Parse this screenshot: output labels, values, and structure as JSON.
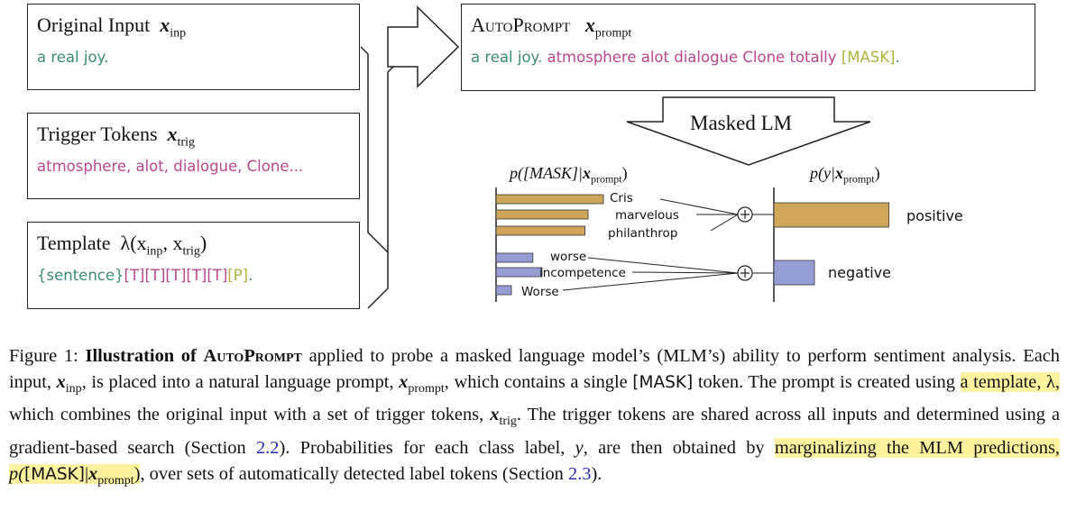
{
  "boxes": {
    "input": {
      "title_text": "Original Input",
      "title_var": "x",
      "title_sub": "inp",
      "value": "a real joy."
    },
    "trigger": {
      "title_text": "Trigger Tokens",
      "title_var": "x",
      "title_sub": "trig",
      "value": "atmosphere, alot, dialogue, Clone..."
    },
    "template": {
      "title_text": "Template",
      "title_formula": "λ(x",
      "title_formula_sub1": "inp",
      "title_formula_mid": ", x",
      "title_formula_sub2": "trig",
      "title_formula_end": ")",
      "sentence": "{sentence}",
      "triggers": "[T][T][T][T][T]",
      "predict": "[P]",
      "end": "."
    },
    "prompt": {
      "title_sc": "AutoPrompt",
      "title_var": "x",
      "title_sub": "prompt",
      "input_part": "a real joy.",
      "trigger_part": "atmosphere alot dialogue Clone totally",
      "mask_part": "[MASK]",
      "end": "."
    }
  },
  "masked_lm_label": "Masked LM",
  "left_plot_label": {
    "p": "p([MASK]|",
    "var": "x",
    "sub": "prompt",
    "end": ")"
  },
  "right_plot_label": {
    "p": "p(y|",
    "var": "x",
    "sub": "prompt",
    "end": ")"
  },
  "tokens_positive": [
    "Cris",
    "marvelous",
    "philanthrop"
  ],
  "tokens_negative": [
    "worse",
    "incompetence",
    "Worse"
  ],
  "token_bar_values": {
    "positive": [
      0.7,
      0.6,
      0.58
    ],
    "negative": [
      0.24,
      0.3,
      0.1
    ]
  },
  "classes": [
    {
      "label": "positive",
      "value": 0.85
    },
    {
      "label": "negative",
      "value": 0.3
    }
  ],
  "colors": {
    "positive": "#cfa75a",
    "negative": "#949ed5",
    "teal": "#3a8c7a",
    "magenta": "#b8478e",
    "olive": "#adb33c"
  },
  "caption": {
    "fig": "Figure 1:",
    "bold1": "Illustration of",
    "bold_sc": "AutoPrompt",
    "t1": "applied to probe a masked language model’s (MLM’s) ability to perform sentiment analysis. Each input,",
    "t2": ", is placed into a natural language prompt,",
    "t3": ", which contains a single",
    "mask": "[MASK]",
    "t4": "token. The prompt is created using",
    "hl1": "a template, λ,",
    "t5": "which combines the original input with a set of trigger tokens,",
    "t6": ". The trigger tokens are shared across all inputs and determined using a gradient-based search (Section",
    "ref1": "2.2",
    "t7": "). Probabilities for each class label,",
    "y": "y",
    "t8": ", are then obtained by",
    "hl2": "marginalizing the MLM predictions,",
    "hl3_p": "p(",
    "hl3_end": ")",
    "t9": ", over sets of automatically detected label tokens (Section",
    "ref2": "2.3",
    "t10": ")."
  }
}
